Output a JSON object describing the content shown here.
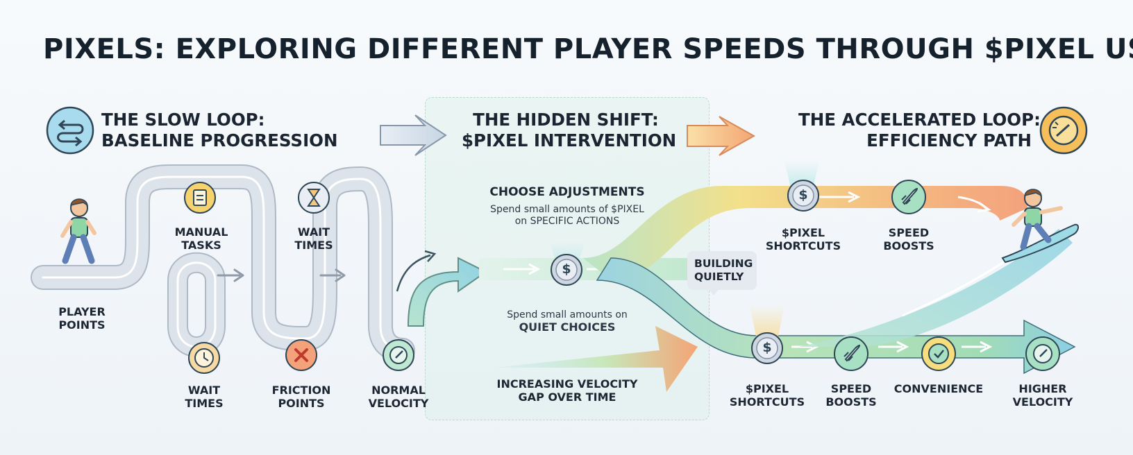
{
  "title": "PIXELS: EXPLORING DIFFERENT PLAYER SPEEDS THROUGH $PIXEL USE",
  "sections": {
    "slow": {
      "line1": "THE SLOW LOOP:",
      "line2": "BASELINE PROGRESSION"
    },
    "hidden": {
      "line1": "THE HIDDEN SHIFT:",
      "line2": "$PIXEL INTERVENTION"
    },
    "accelerated": {
      "line1": "THE ACCELERATED LOOP:",
      "line2": "EFFICIENCY PATH"
    }
  },
  "slow_loop": {
    "player": {
      "line1": "PLAYER",
      "line2": "POINTS"
    },
    "manual_tasks": {
      "line1": "MANUAL",
      "line2": "TASKS"
    },
    "wait_times_top": {
      "line1": "WAIT",
      "line2": "TIMES"
    },
    "wait_times_bottom": {
      "line1": "WAIT",
      "line2": "TIMES"
    },
    "friction": {
      "line1": "FRICTION",
      "line2": "POINTS"
    },
    "normal_velocity": {
      "line1": "NORMAL",
      "line2": "VELOCITY"
    }
  },
  "hidden_shift": {
    "choose_heading": "CHOOSE ADJUSTMENTS",
    "choose_line1": "Spend small amounts of $PIXEL",
    "choose_line2": "on SPECIFIC ACTIONS",
    "quiet_line1": "Spend small amounts on",
    "quiet_line2": "QUIET CHOICES",
    "gap_line1": "INCREASING VELOCITY",
    "gap_line2": "GAP OVER TIME"
  },
  "accelerated": {
    "upper_shortcuts": {
      "line1": "$PIXEL",
      "line2": "SHORTCUTS"
    },
    "upper_boosts": {
      "line1": "SPEED",
      "line2": "BOOSTS"
    },
    "building": {
      "line1": "BUILDING",
      "line2": "QUIETLY"
    },
    "lower_shortcuts": {
      "line1": "$PIXEL",
      "line2": "SHORTCUTS"
    },
    "lower_boosts": {
      "line1": "SPEED",
      "line2": "BOOSTS"
    },
    "convenience": "CONVENIENCE",
    "higher_velocity": {
      "line1": "HIGHER",
      "line2": "VELOCITY"
    }
  },
  "coin_symbol": "$",
  "icons": {
    "loop": "loop-arrows-icon",
    "speedometer": "speedometer-icon",
    "clipboard": "clipboard-icon",
    "hourglass": "hourglass-icon",
    "clock": "clock-icon",
    "friction": "x-mark-icon",
    "rocket": "rocket-icon",
    "check": "check-mark-icon",
    "coin": "coin-icon",
    "player": "walking-player-icon",
    "surfer": "surfing-player-icon"
  },
  "colors": {
    "title": "#16212e",
    "road": "#d5dce5",
    "road_edge": "#b6c0cc",
    "panel": "#dcf0e8",
    "yellow": "#f6dd7e",
    "orange": "#f3a673",
    "green": "#9fdcb7",
    "blue": "#8ed0e6",
    "coin": "#cfd7e3",
    "friction": "#f4a27c"
  }
}
